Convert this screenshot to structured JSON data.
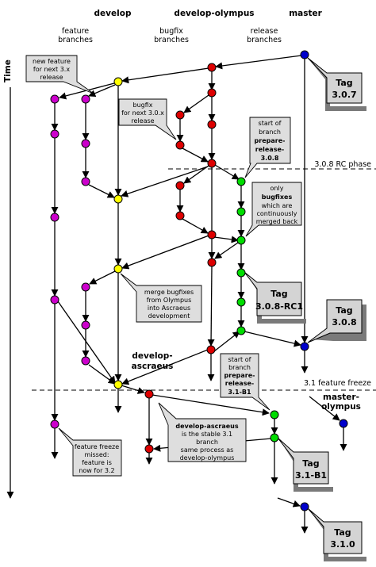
{
  "headers": {
    "develop": "develop",
    "develop_olympus": "develop-olympus",
    "master": "master",
    "feature_1": "feature",
    "feature_2": "branches",
    "bugfix_1": "bugfix",
    "bugfix_2": "branches",
    "release_1": "release",
    "release_2": "branches",
    "time": "Time"
  },
  "phase_labels": {
    "rc_phase": "3.0.8 RC phase",
    "feature_freeze": "3.1 feature freeze"
  },
  "branch_labels": {
    "develop_ascraeus_1": "develop-",
    "develop_ascraeus_2": "ascraeus",
    "master_olympus_1": "master-",
    "master_olympus_2": "olympus"
  },
  "tags": {
    "t307": [
      "Tag",
      "3.0.7"
    ],
    "t308rc1": [
      "Tag",
      "3.0.8-RC1"
    ],
    "t308": [
      "Tag",
      "3.0.8"
    ],
    "t31b1": [
      "Tag",
      "3.1-B1"
    ],
    "t310": [
      "Tag",
      "3.1.0"
    ]
  },
  "notes": {
    "new_feature": [
      "new feature",
      "for next 3.x",
      "release"
    ],
    "bugfix_next": [
      "bugfix",
      "for next 3.0.x",
      "release"
    ],
    "start_prepare_308": [
      "start of",
      "branch",
      "prepare-",
      "release-",
      "3.0.8"
    ],
    "only_bugfixes": [
      "only",
      "bugfixes",
      "which are",
      "continuously",
      "merged back"
    ],
    "merge_bugfixes": [
      "merge bugfixes",
      "from Olympus",
      "into Ascraeus",
      "development"
    ],
    "start_prepare_31b1": [
      "start of",
      "branch",
      "prepare-",
      "release-",
      "3.1-B1"
    ],
    "develop_ascraeus_stable": [
      "develop-ascraeus",
      "is the stable 3.1",
      "branch",
      "same process as",
      "develop-olympus"
    ],
    "freeze_missed": [
      "feature freeze",
      "missed:",
      "feature is",
      "now for 3.2"
    ]
  },
  "colors": {
    "feature": "#cc00cc",
    "develop": "#ffff00",
    "olympus": "#dd0000",
    "release": "#00dd00",
    "master": "#0000cc",
    "callout": "#dedede",
    "tag": "#d4d4d4"
  }
}
